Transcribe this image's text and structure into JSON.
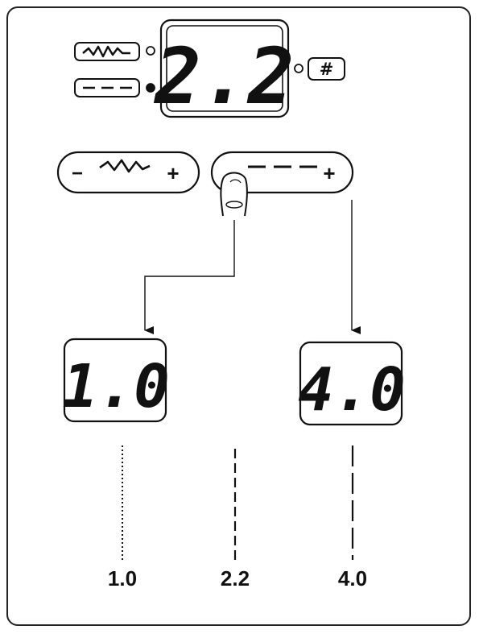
{
  "display": {
    "value": "2.2",
    "modes": [
      {
        "icon": "zigzag-stitch-icon",
        "indicator": "off"
      },
      {
        "icon": "straight-stitch-icon",
        "indicator": "on"
      }
    ],
    "right_indicator": "off",
    "right_button_label": "#"
  },
  "buttons": {
    "width_minus": "−",
    "width_plus": "+",
    "length_plus": "+"
  },
  "results": {
    "left_display": "1.0",
    "right_display": "4.0"
  },
  "stitch_samples": [
    {
      "label": "1.0",
      "style": "dotted"
    },
    {
      "label": "2.2",
      "style": "short-dash"
    },
    {
      "label": "4.0",
      "style": "long-dash"
    }
  ]
}
